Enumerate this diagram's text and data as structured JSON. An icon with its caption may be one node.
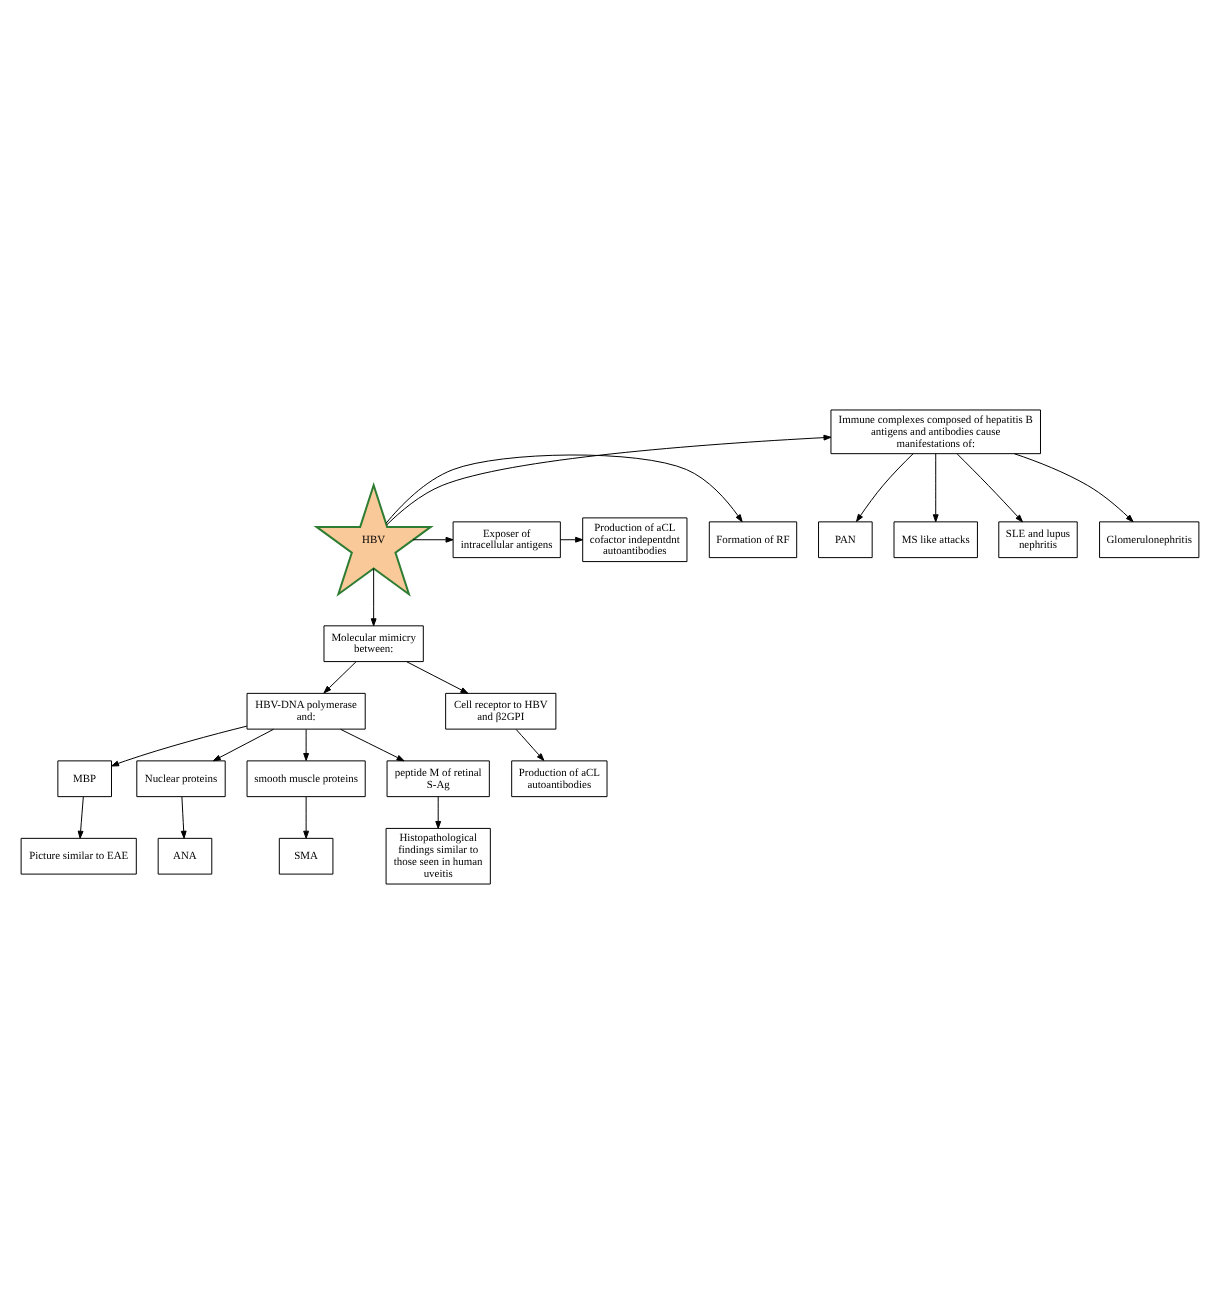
{
  "diagram": {
    "nodes": [
      {
        "text": [
          "HBV"
        ]
      },
      {
        "text": [
          "Immune complexes composed of hepatitis B antigens and antibodies cause manifestations of:"
        ]
      },
      {
        "text": [
          "PAN"
        ]
      },
      {
        "text": [
          "MS like attacks"
        ]
      },
      {
        "text": [
          "SLE and lupus nephritis"
        ]
      },
      {
        "text": [
          "Glomerulonephritis"
        ]
      },
      {
        "text": [
          "Formation of RF"
        ]
      },
      {
        "text": [
          "Exposer of intracellular antigens"
        ]
      },
      {
        "text": [
          "Production of aCL cofactor indepentdnt autoantibodies"
        ]
      },
      {
        "text": [
          "Molecular mimicry between:"
        ]
      },
      {
        "text": [
          "HBV-DNA polymerase and:"
        ]
      },
      {
        "text": [
          "Cell receptor to HBV and β2GPI"
        ]
      },
      {
        "text": [
          "MBP"
        ]
      },
      {
        "text": [
          "Nuclear proteins"
        ]
      },
      {
        "text": [
          "smooth muscle proteins"
        ]
      },
      {
        "text": [
          "peptide M of retinal S-Ag"
        ]
      },
      {
        "text": [
          "Picture similar to EAE"
        ]
      },
      {
        "text": [
          "ANA"
        ]
      },
      {
        "text": [
          "SMA"
        ]
      },
      {
        "text": [
          "Histopathological findings similar to those seen in human uveitis"
        ]
      },
      {
        "text": [
          "Production of aCL autoantibodies"
        ]
      }
    ],
    "edges": [
      {
        "from": 0,
        "to": 1,
        "arrow": "to"
      },
      {
        "from": 1,
        "to": 2,
        "arrow": "to"
      },
      {
        "from": 1,
        "to": 3,
        "arrow": "to"
      },
      {
        "from": 1,
        "to": 4,
        "arrow": "to"
      },
      {
        "from": 1,
        "to": 5,
        "arrow": "to"
      },
      {
        "from": 0,
        "to": 6,
        "arrow": "to"
      },
      {
        "from": 0,
        "to": 7,
        "arrow": "to"
      },
      {
        "from": 7,
        "to": 8,
        "arrow": "to"
      },
      {
        "from": 0,
        "to": 9,
        "arrow": "to"
      },
      {
        "from": 9,
        "to": 10,
        "arrow": "to"
      },
      {
        "from": 9,
        "to": 11,
        "arrow": "to"
      },
      {
        "from": 10,
        "to": 12,
        "arrow": "to"
      },
      {
        "from": 10,
        "to": 13,
        "arrow": "to"
      },
      {
        "from": 10,
        "to": 14,
        "arrow": "to"
      },
      {
        "from": 10,
        "to": 15,
        "arrow": "to"
      },
      {
        "from": 12,
        "to": 16,
        "arrow": "to"
      },
      {
        "from": 13,
        "to": 17,
        "arrow": "to"
      },
      {
        "from": 14,
        "to": 18,
        "arrow": "to"
      },
      {
        "from": 15,
        "to": 19,
        "arrow": "to"
      },
      {
        "from": 11,
        "to": 20,
        "arrow": "to"
      }
    ]
  }
}
